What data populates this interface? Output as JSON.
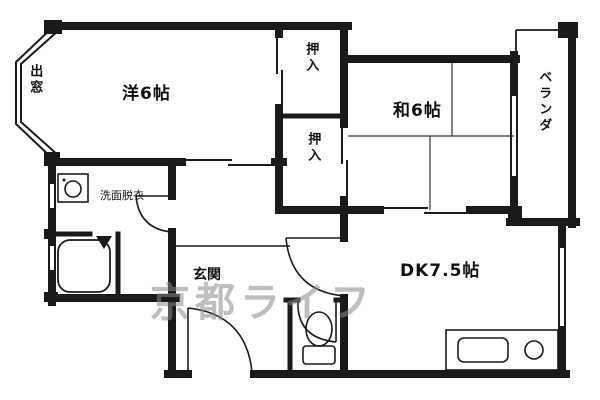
{
  "floorplan": {
    "rooms": {
      "bay_window": "出窓",
      "western_room": "洋6帖",
      "closet_top": "押入",
      "closet_mid": "押入",
      "japanese_room": "和6帖",
      "veranda": "ベランダ",
      "washroom": "洗面脱衣",
      "entrance": "玄関",
      "dining_kitchen": "DK7.5帖"
    },
    "watermark": "京都ライフ",
    "colors": {
      "wall": "#1a1a1a",
      "background": "#ffffff",
      "watermark_gray": "#8a8a8a"
    },
    "fixtures": [
      "bathtub",
      "toilet",
      "kitchen-sink",
      "washbasin"
    ]
  }
}
